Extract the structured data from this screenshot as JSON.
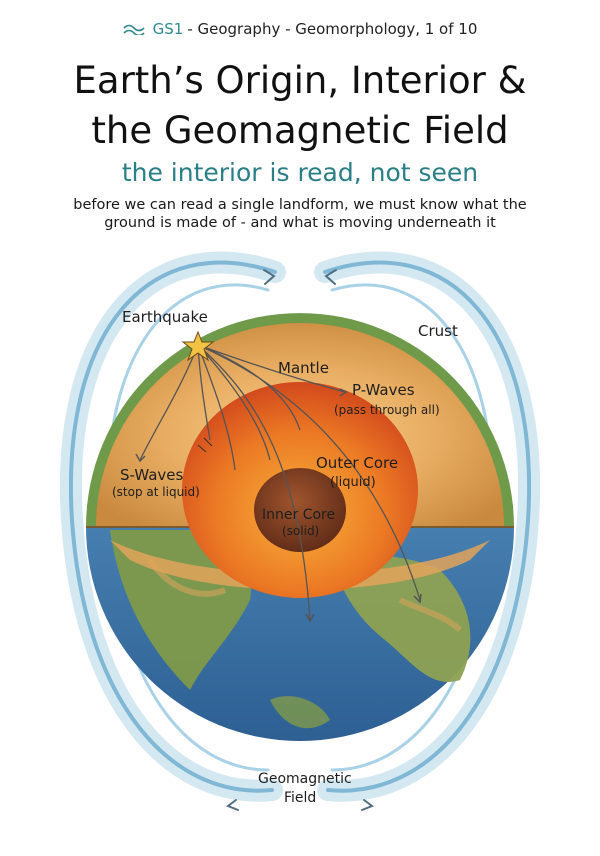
{
  "header": {
    "series_code": "GS1",
    "series_rest": "- Geography - Geomorphology, 1 of 10",
    "title_line1": "Earth’s Origin, Interior &",
    "title_line2": "the Geomagnetic Field",
    "subtitle": "the interior is read, not seen",
    "intro_line1": "before we can read a single landform, we must know what the",
    "intro_line2": "ground is made of - and what is moving underneath it"
  },
  "labels": {
    "earthquake": "Earthquake",
    "crust": "Crust",
    "mantle": "Mantle",
    "p_waves": "P-Waves",
    "p_waves_note": "(pass through all)",
    "s_waves": "S-Waves",
    "s_waves_note": "(stop at liquid)",
    "outer_core": "Outer Core",
    "outer_core_note": "(liquid)",
    "inner_core": "Inner Core",
    "inner_core_note": "(solid)",
    "geomagnetic_line1": "Geomagnetic",
    "geomagnetic_line2": "Field"
  },
  "colors": {
    "accent_teal": "#2a7f86",
    "field_blue": "#8fc3dc",
    "mantle": "#e3a45a",
    "outer_core": "#e5611f",
    "inner_core": "#7a3a20",
    "ocean": "#3f7fb3",
    "land": "#7f9a4a"
  },
  "icons": {
    "series_mark": "wave-icon",
    "quake_mark": "star-icon"
  }
}
